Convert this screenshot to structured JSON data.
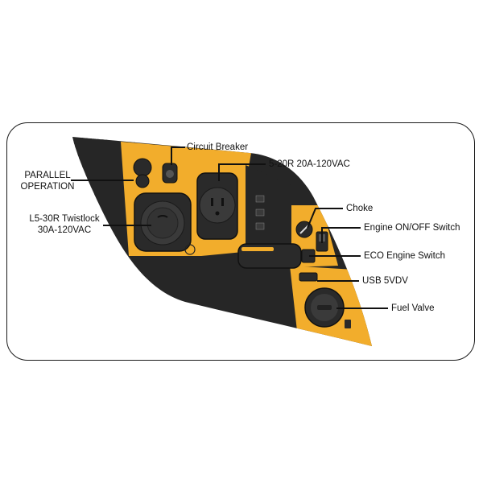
{
  "labels": {
    "parallel_operation": [
      "PARALLEL",
      "OPERATION"
    ],
    "circuit_breaker": "Circuit Breaker",
    "outlet_5_20r": "5-20R 20A-120VAC",
    "twistlock": [
      "L5-30R Twistlock",
      "30A-120VAC"
    ],
    "choke": "Choke",
    "engine_switch": "Engine ON/OFF Switch",
    "eco_switch": "ECO Engine Switch",
    "usb": "USB 5VDV",
    "fuel_valve": "Fuel Valve"
  },
  "colors": {
    "panel_yellow": "#f2ad2c",
    "panel_black": "#262626",
    "outline": "#1a1a1a"
  }
}
